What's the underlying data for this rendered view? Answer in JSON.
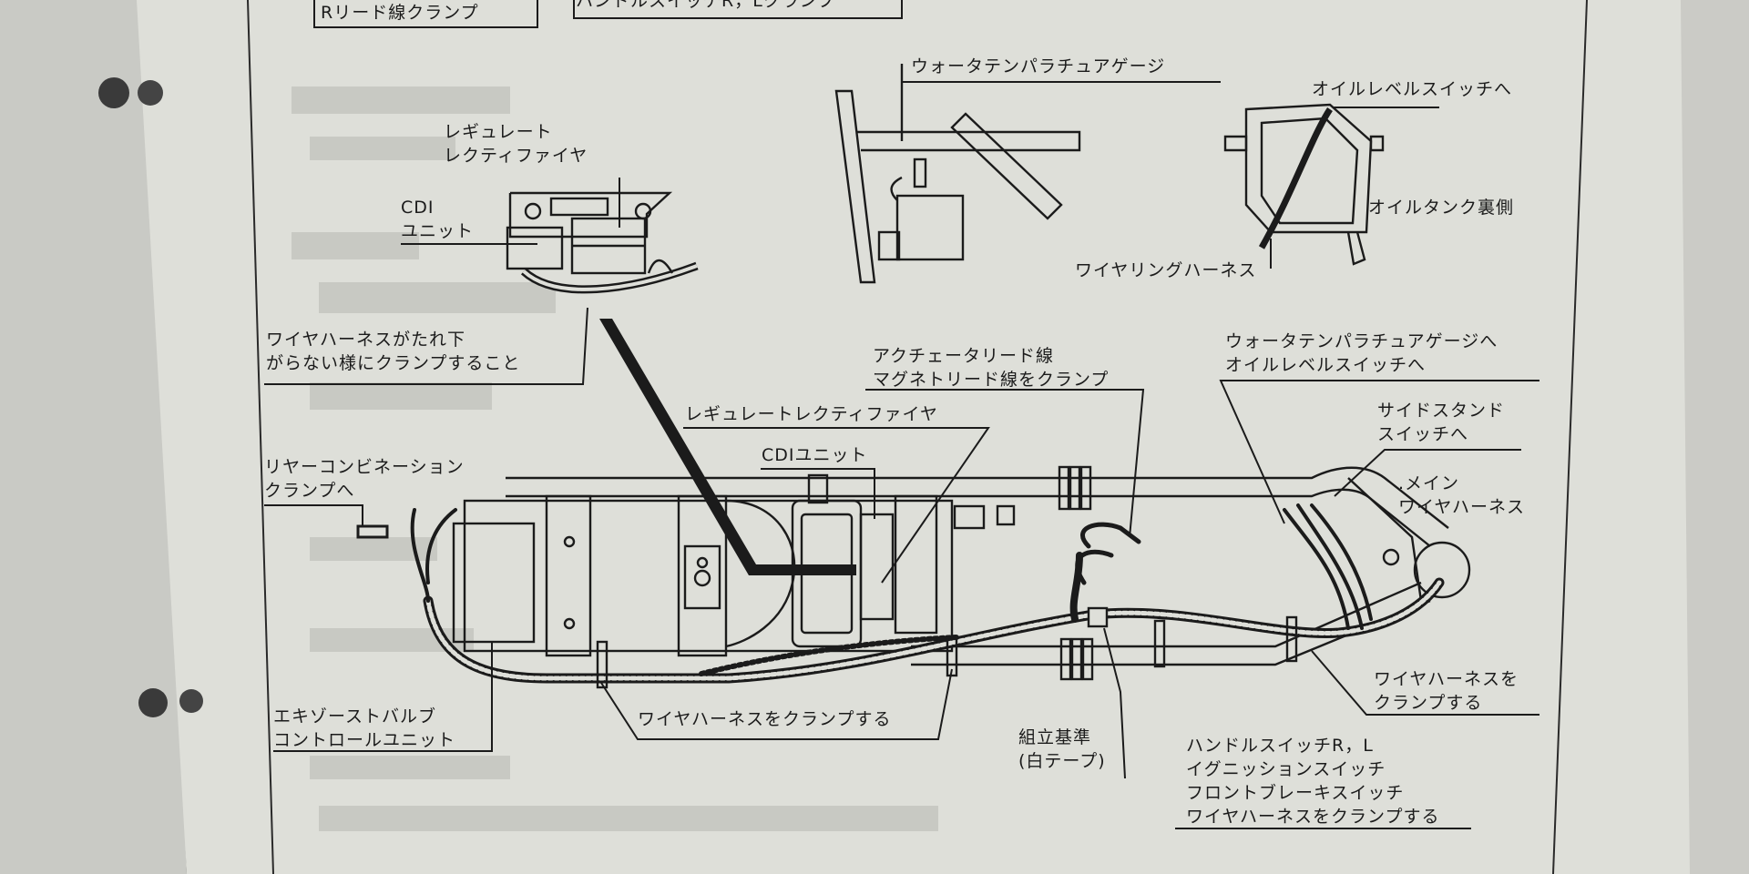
{
  "diagram": {
    "labels": {
      "r_lead_clamp": "Rリード線クランプ",
      "handle_switch_clamp_top": "ハンドルスイッチR，Lクランプ",
      "water_temp_gauge": "ウォータテンパラチュアゲージ",
      "to_oil_level_switch": "オイルレベルスイッチへ",
      "oil_tank_back": "オイルタンク裏側",
      "wiring_harness_inset": "ワイヤリングハーネス",
      "regulate_rectifier_inset": "レギュレート\nレクティファイヤ",
      "cdi_unit_inset": "CDI\nユニット",
      "harness_no_sag": "ワイヤハーネスがたれ下\nがらない様にクランプすること",
      "actuator_magneto_clamp": "アクチェータリード線\nマグネトリード線をクランプ",
      "to_gauge_and_switch": "ウォータテンパラチュアゲージへ\nオイルレベルスイッチへ",
      "to_side_stand_switch": "サイドスタンド\nスイッチへ",
      "regulate_rectifier_main": "レギュレートレクティファイヤ",
      "cdi_unit_main": "CDIユニット",
      "to_rear_combination": "リヤーコンビネーション\nクランプへ",
      "main_harness": ".メイン\nワイヤハーネス",
      "clamp_harness_right": "ワイヤハーネスを\nクランプする",
      "exhaust_valve_unit": "エキゾーストバルブ\nコントロールユニット",
      "clamp_harness_bottom": "ワイヤハーネスをクランプする",
      "assembly_reference": "組立基準\n(白テープ)",
      "handle_switch_group": "ハンドルスイッチR，L\nイグニッションスイッチ\nフロントブレーキスイッチ\nワイヤハーネスをクランプする"
    },
    "colors": {
      "paper": "#dedfd9",
      "ink": "#1b1b1b",
      "page_edge": "#cfcfca",
      "background": "#2f3033"
    }
  }
}
